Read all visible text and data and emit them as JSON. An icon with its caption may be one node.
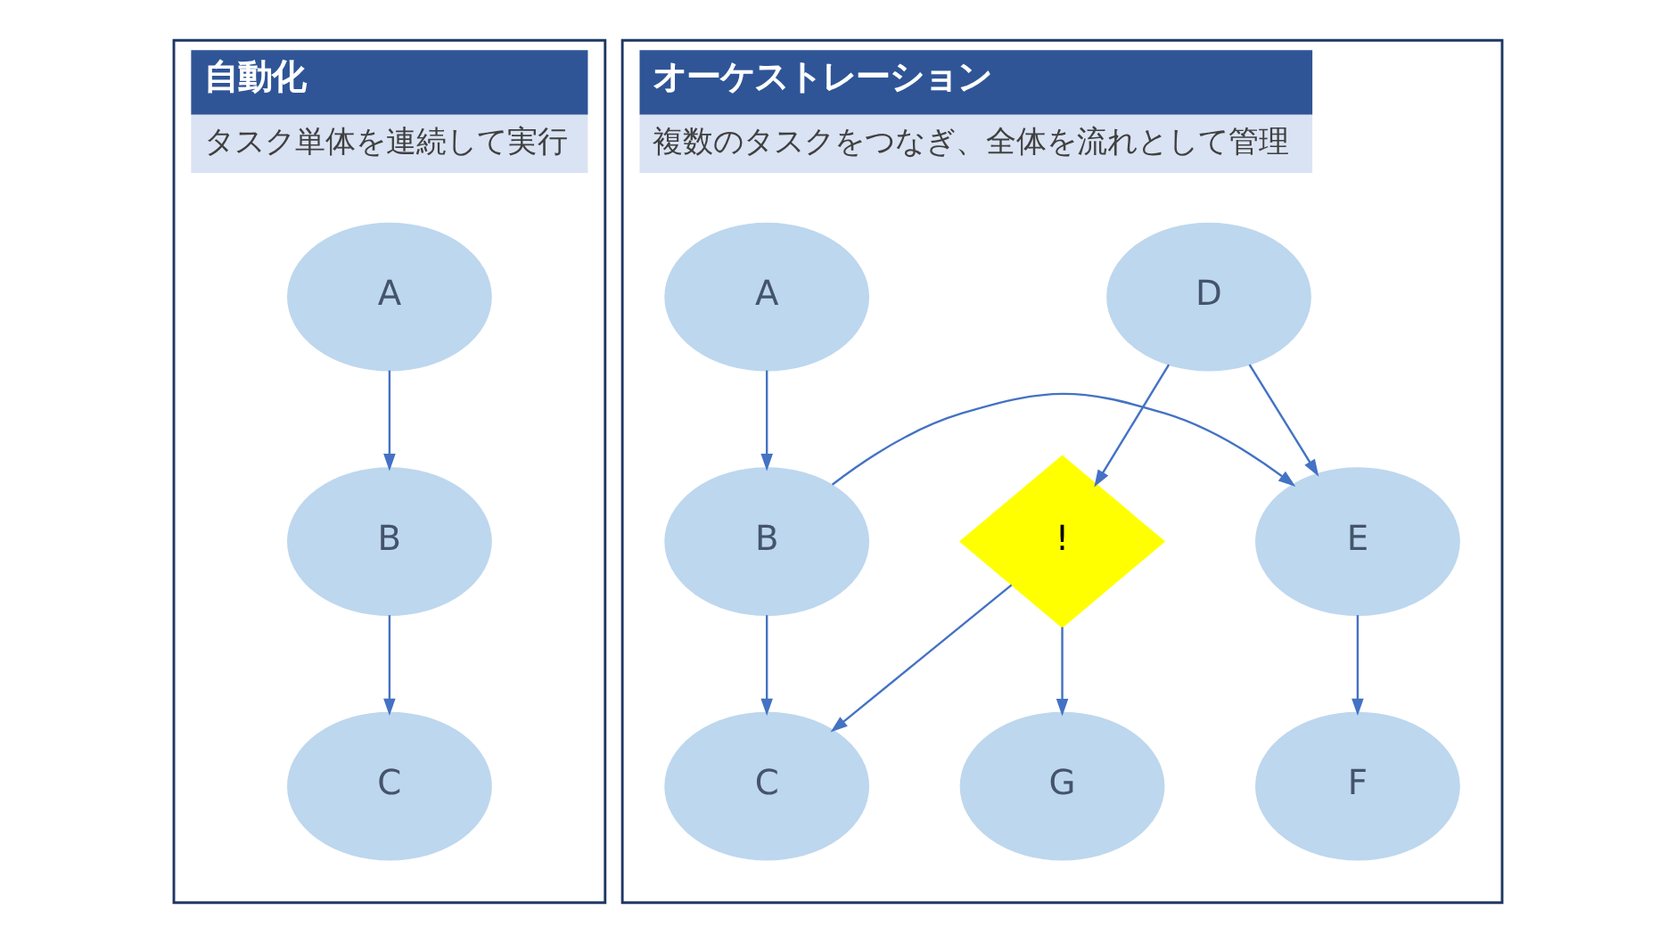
{
  "diagram": {
    "nodes": [
      {
        "text": [
          "自動化",
          "タスク単体を連続して実行"
        ]
      },
      {
        "text": [
          "A"
        ],
        "in": 0
      },
      {
        "text": [
          "B"
        ],
        "in": 0
      },
      {
        "text": [
          "C"
        ],
        "in": 0
      },
      {
        "text": [
          "オーケストレーション",
          "複数のタスクをつなぎ、全体を流れとして管理"
        ]
      },
      {
        "text": [
          "A"
        ],
        "in": 4
      },
      {
        "text": [
          "D"
        ],
        "in": 4
      },
      {
        "text": [
          "B"
        ],
        "in": 4
      },
      {
        "text": [
          "E"
        ],
        "in": 4
      },
      {
        "text": [
          "!"
        ],
        "in": 4
      },
      {
        "text": [
          "C"
        ],
        "in": 4
      },
      {
        "text": [
          "F"
        ],
        "in": 4
      },
      {
        "text": [
          "G"
        ],
        "in": 4
      }
    ],
    "edges": [
      {
        "from": 1,
        "to": 2,
        "arrow": "to"
      },
      {
        "from": 2,
        "to": 3,
        "arrow": "to"
      },
      {
        "from": 5,
        "to": 7,
        "arrow": "to"
      },
      {
        "from": 6,
        "to": 8,
        "arrow": "to"
      },
      {
        "from": 6,
        "to": 9,
        "arrow": "to"
      },
      {
        "from": 7,
        "to": 8,
        "arrow": "to"
      },
      {
        "from": 7,
        "to": 10,
        "arrow": "to"
      },
      {
        "from": 8,
        "to": 11,
        "arrow": "to"
      },
      {
        "from": 9,
        "to": 12,
        "arrow": "to"
      },
      {
        "from": 9,
        "to": 10,
        "arrow": "to"
      }
    ]
  }
}
